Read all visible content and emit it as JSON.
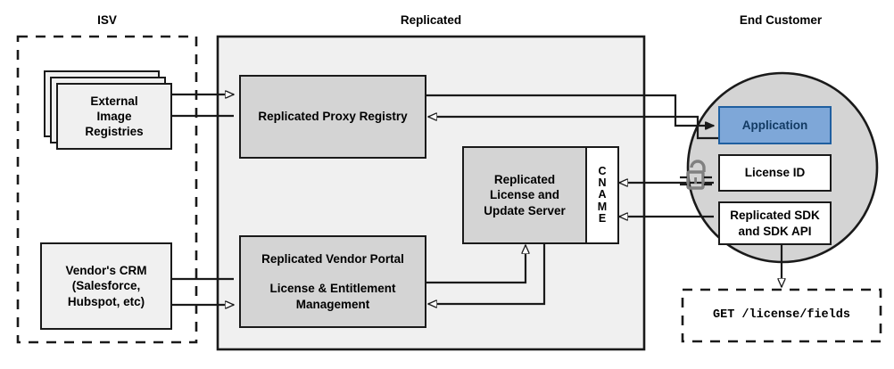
{
  "diagram": {
    "title_zones": [
      {
        "id": "isv",
        "label": "ISV"
      },
      {
        "id": "replicated",
        "label": "Replicated"
      },
      {
        "id": "end-customer",
        "label": "End Customer"
      }
    ],
    "nodes": {
      "external_image_registries": {
        "label": "External\nImage\nRegistries",
        "line1": "External",
        "line2": "Image",
        "line3": "Registries",
        "style": "light-stacked"
      },
      "vendors_crm": {
        "label": "Vendor's CRM\n(Salesforce,\nHubspot, etc)",
        "line1": "Vendor's CRM",
        "line2": "(Salesforce,",
        "line3": "Hubspot, etc)",
        "style": "light"
      },
      "replicated_proxy_registry": {
        "label": "Replicated Proxy Registry",
        "style": "gray"
      },
      "replicated_license_update_server": {
        "line1": "Replicated",
        "line2": "License and",
        "line3": "Update Server",
        "style": "gray"
      },
      "cname": {
        "letters": [
          "C",
          "N",
          "A",
          "M",
          "E"
        ],
        "label": "CNAME",
        "style": "white"
      },
      "replicated_vendor_portal": {
        "line1": "Replicated Vendor Portal",
        "line2": "License & Entitlement",
        "line3": "Management",
        "style": "gray"
      },
      "application": {
        "label": "Application",
        "style": "blue"
      },
      "license_id": {
        "label": "License ID",
        "style": "white"
      },
      "replicated_sdk": {
        "line1": "Replicated SDK",
        "line2": "and SDK API",
        "style": "white"
      },
      "api_call": {
        "label": "GET /license/fields",
        "style": "dashed-mono"
      }
    },
    "icons": {
      "unlock": "unlock-icon"
    },
    "colors": {
      "accent_blue_fill": "#7ea7d8",
      "accent_blue_border": "#1f5fa0",
      "accent_blue_text": "#123a63",
      "node_gray": "#d4d4d4",
      "node_light": "#f0f0f0",
      "zone_fill": "#f0f0f0",
      "circle_fill": "#d4d4d4",
      "stroke": "#1a1a1a"
    }
  }
}
